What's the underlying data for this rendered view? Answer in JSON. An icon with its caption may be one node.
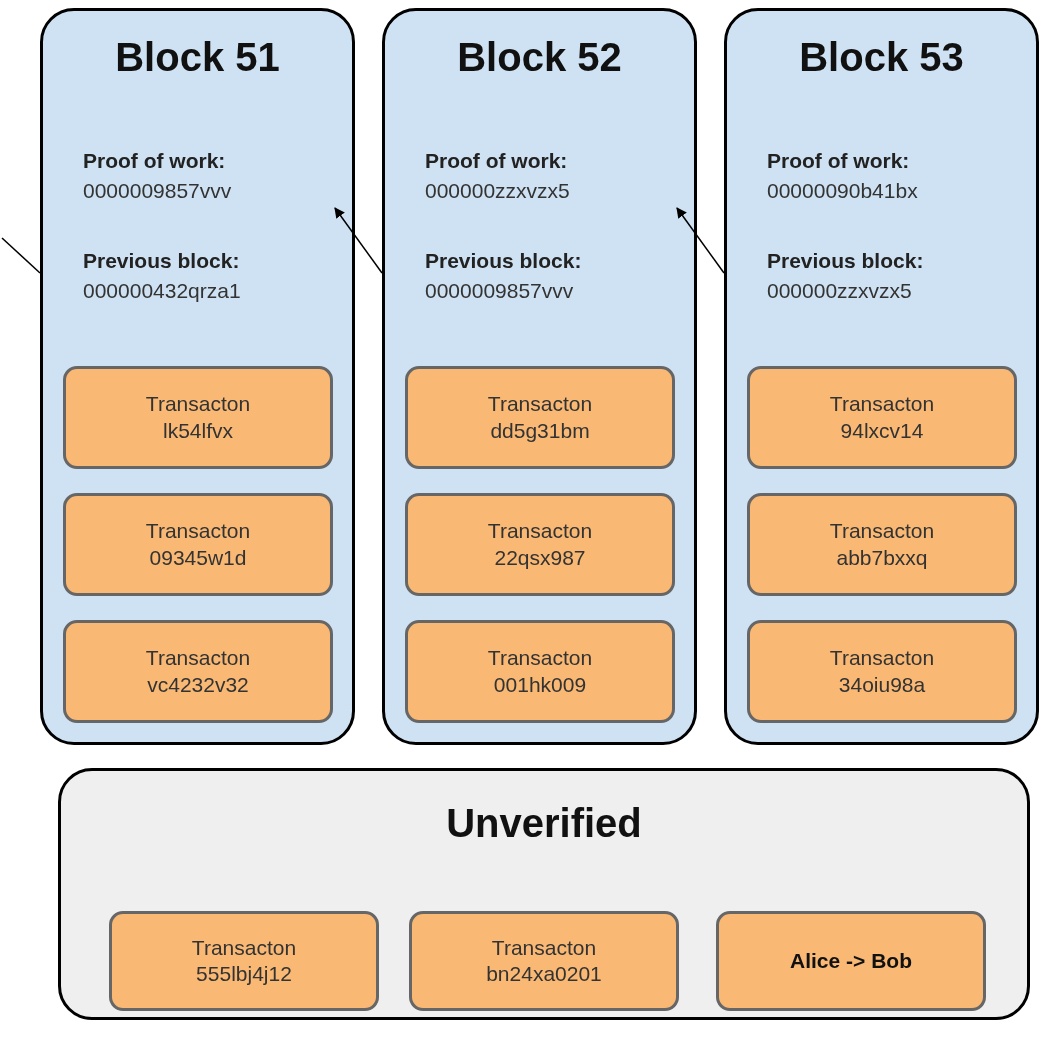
{
  "diagram": {
    "nodes": [
      {
        "text": [
          "Block 51",
          "Proof of work:",
          "0000009857vvv",
          "Previous block:",
          "000000432qrza1"
        ]
      },
      {
        "text": [
          "Transacton lk54lfvx"
        ],
        "in": 0
      },
      {
        "text": [
          "Transacton 09345w1d"
        ],
        "in": 0
      },
      {
        "text": [
          "Transacton vc4232v32"
        ],
        "in": 0
      },
      {
        "text": [
          "Block 52",
          "Proof of work:",
          "000000zzxvzx5",
          "Previous block:",
          "0000009857vvv"
        ]
      },
      {
        "text": [
          "Transacton dd5g31bm"
        ],
        "in": 4
      },
      {
        "text": [
          "Transacton 22qsx987"
        ],
        "in": 4
      },
      {
        "text": [
          "Transacton 001hk009"
        ],
        "in": 4
      },
      {
        "text": [
          "Block 53",
          "Proof of work:",
          "00000090b41bx",
          "Previous block:",
          "000000zzxvzx5"
        ]
      },
      {
        "text": [
          "Transacton 94lxcv14"
        ],
        "in": 8
      },
      {
        "text": [
          "Transacton abb7bxxq"
        ],
        "in": 8
      },
      {
        "text": [
          "Transacton 34oiu98a"
        ],
        "in": 8
      },
      {
        "text": [
          "Unverified"
        ]
      },
      {
        "text": [
          "Transacton 555lbj4j12"
        ],
        "in": 12
      },
      {
        "text": [
          "Transacton bn24xa0201"
        ],
        "in": 12
      },
      {
        "text": [
          "Alice -> Bob"
        ],
        "in": 12
      }
    ],
    "edges": [
      {
        "from": 4,
        "to": 0,
        "arrow": "to"
      },
      {
        "from": 8,
        "to": 4,
        "arrow": "to"
      },
      {
        "from": 0,
        "to": null,
        "arrow": "none"
      }
    ]
  }
}
